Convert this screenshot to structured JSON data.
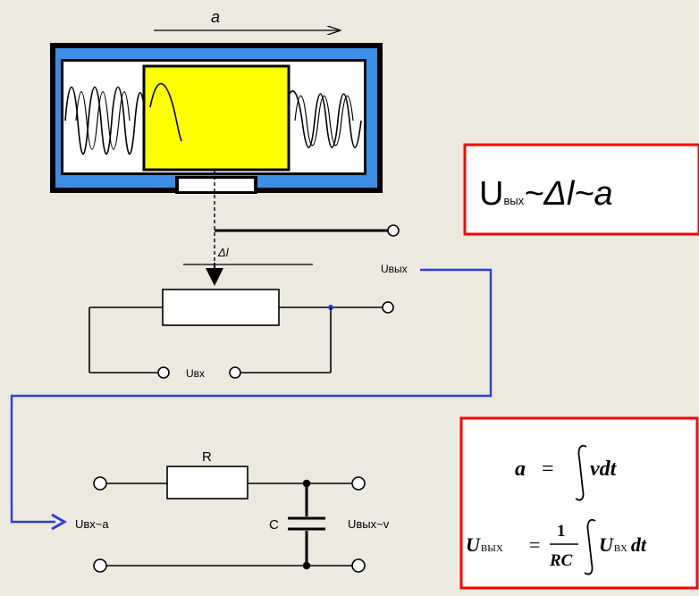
{
  "accelerometer": {
    "accel_label": "a",
    "displacement_label": "Δl",
    "output_label": "Uвых",
    "input_label": "Uвх",
    "body_color": "#3d8ee6",
    "mass_color": "#ffff00"
  },
  "integrator": {
    "resistor_label": "R",
    "capacitor_label": "C",
    "input_label": "Uвх~a",
    "output_label": "Uвых~v"
  },
  "proportion_box": {
    "text_u": "U",
    "text_sub": "вых",
    "text_rest": "~Δl~a"
  },
  "formula_box": {
    "line1_lhs": "a",
    "line1_eq": "=",
    "line1_integrand": "vdt",
    "line2_lhs": "U",
    "line2_lhs_sub": "ВЫХ",
    "line2_eq": "=",
    "fraction_num": "1",
    "fraction_den": "RC",
    "line2_integrand": "U",
    "line2_integrand_sub": "ВХ",
    "line2_dt": "dt"
  },
  "colors": {
    "box_border": "#ff0000",
    "connector": "#2b3fd8"
  }
}
